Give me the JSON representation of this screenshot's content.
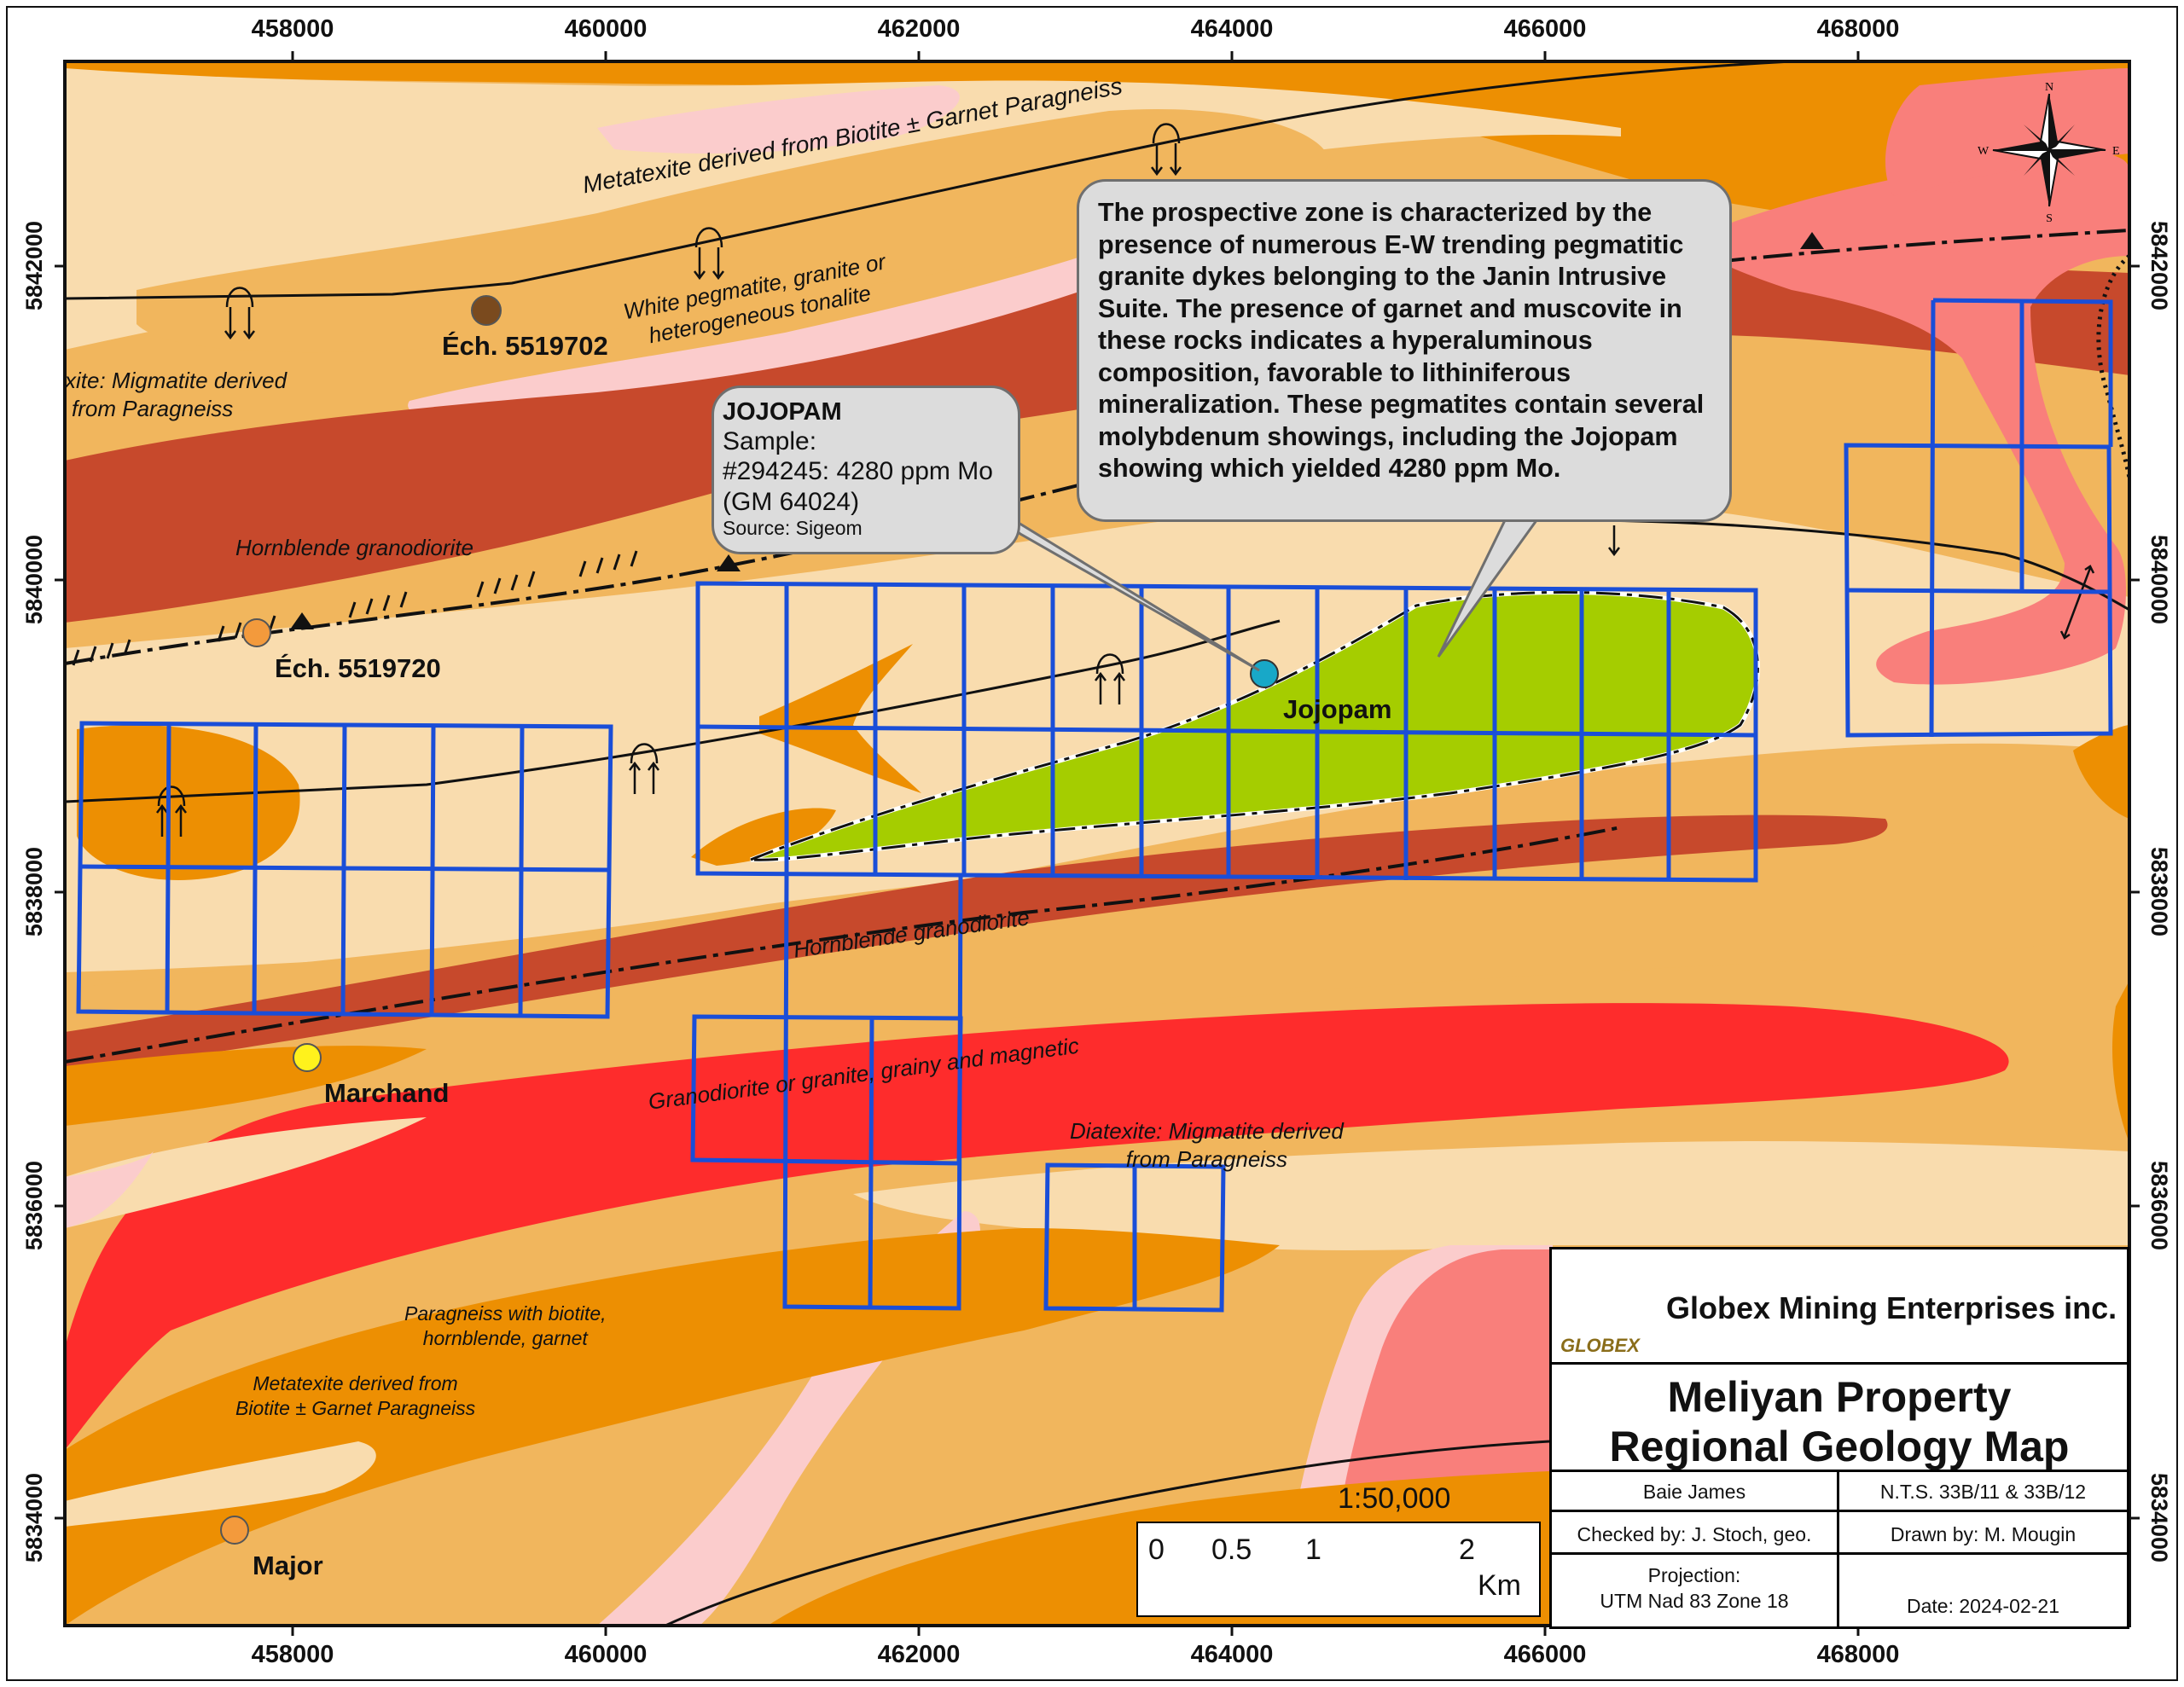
{
  "map": {
    "scale": "1:50,000",
    "north_arrow_labels": {
      "n": "N",
      "s": "S",
      "e": "E",
      "w": "W"
    },
    "x_ticks": [
      "458000",
      "460000",
      "462000",
      "464000",
      "466000",
      "468000"
    ],
    "y_ticks": [
      "5842000",
      "5840000",
      "5838000",
      "5836000",
      "5834000"
    ],
    "geology_units": {
      "metatexite_top": "Metatexite derived from Biotite ± Garnet Paragneiss",
      "white_pegmatite_l1": "White pegmatite, granite or",
      "white_pegmatite_l2": "heterogeneous tonalite",
      "diatexite_left_l1": "xite: Migmatite derived",
      "diatexite_left_l2": "from Paragneiss",
      "hornblende_1": "Hornblende granodiorite",
      "hornblende_2": "Hornblende granodiorite",
      "granodiorite_red": "Granodiorite or granite, grainy and magnetic",
      "diatexite_mid_l1": "Diatexite: Migmatite derived",
      "diatexite_mid_l2": "from Paragneiss",
      "paragneiss_l1": "Paragneiss with biotite,",
      "paragneiss_l2": "hornblende, garnet",
      "metatexite_bottom_l1": "Metatexite derived from",
      "metatexite_bottom_l2": "Biotite ± Garnet Paragneiss"
    },
    "points": {
      "ech_5519702": "Éch. 5519702",
      "ech_5519720": "Éch. 5519720",
      "jojopam": "Jojopam",
      "marchand": "Marchand",
      "major": "Major"
    },
    "colors": {
      "pale_tan": "#f9dcae",
      "light_orange": "#f1b65d",
      "orange": "#ed8f02",
      "brown_red": "#c7492c",
      "red": "#fe2c2c",
      "salmon": "#f97f7b",
      "pink": "#fbcccc",
      "green": "#a5cd00",
      "claim_blue": "#1a4ed8"
    }
  },
  "callouts": {
    "main": "The prospective zone is characterized by the presence of numerous E-W trending pegmatitic granite dykes belonging to the Janin Intrusive Suite. The presence of garnet and muscovite in these rocks indicates a hyperaluminous composition, favorable to lithiniferous mineralization. These pegmatites contain several molybdenum showings, including the Jojopam showing which yielded 4280 ppm Mo.",
    "jojopam_title": "JOJOPAM",
    "jojopam_sample": "Sample:",
    "jojopam_result": "#294245: 4280 ppm Mo",
    "jojopam_ref": "(GM 64024)",
    "jojopam_source": "Source: Sigeom"
  },
  "scale_bar": {
    "labels": [
      "0",
      "0.5",
      "1",
      "2"
    ],
    "unit": "Km"
  },
  "title_block": {
    "company": "Globex Mining Enterprises inc.",
    "logo_text": "GLOBEX",
    "title_line1": "Meliyan Property",
    "title_line2": "Regional Geology Map",
    "region": "Baie James",
    "nts": "N.T.S. 33B/11 & 33B/12",
    "checked_by": "Checked by: J. Stoch, geo.",
    "drawn_by": "Drawn by: M. Mougin",
    "projection_l1": "Projection:",
    "projection_l2": "UTM Nad 83 Zone 18",
    "date": "Date: 2024-02-21"
  }
}
